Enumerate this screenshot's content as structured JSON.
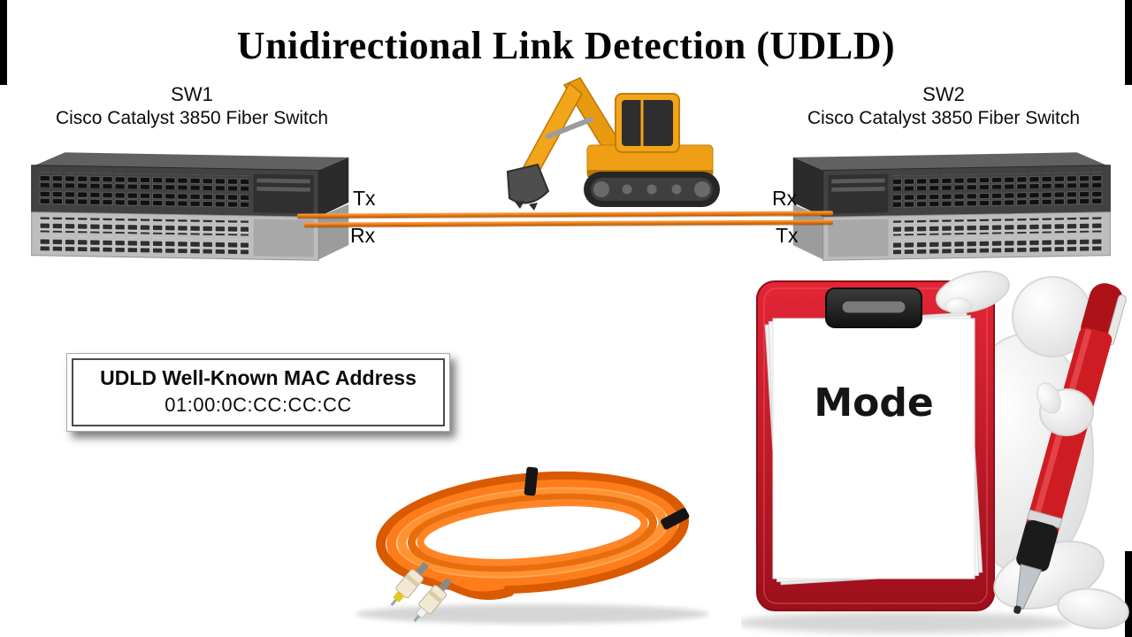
{
  "title": "Unidirectional Link Detection (UDLD)",
  "sw1": {
    "name": "SW1",
    "model": "Cisco Catalyst 3850 Fiber Switch"
  },
  "sw2": {
    "name": "SW2",
    "model": "Cisco Catalyst 3850 Fiber Switch"
  },
  "link": {
    "sw1_top": "Tx",
    "sw1_bottom": "Rx",
    "sw2_top": "Rx",
    "sw2_bottom": "Tx"
  },
  "mac_box": {
    "title": "UDLD Well-Known MAC Address",
    "address": "01:00:0C:CC:CC:CC"
  },
  "clipboard": {
    "label": "Mode"
  },
  "icons": {
    "switch": "cisco-catalyst-3850-fiber-switch",
    "excavator": "excavator-digger-clipart",
    "fiber_cable": "orange-fiber-optic-patch-cable-coil",
    "figure": "white-3d-figure-with-red-pen-and-clipboard"
  },
  "colors": {
    "cable_orange": "#ef7d15",
    "excavator_orange": "#f2a41a",
    "clipboard_red": "#c8101f",
    "pen_red": "#cf1c23",
    "title_text": "#050505"
  }
}
